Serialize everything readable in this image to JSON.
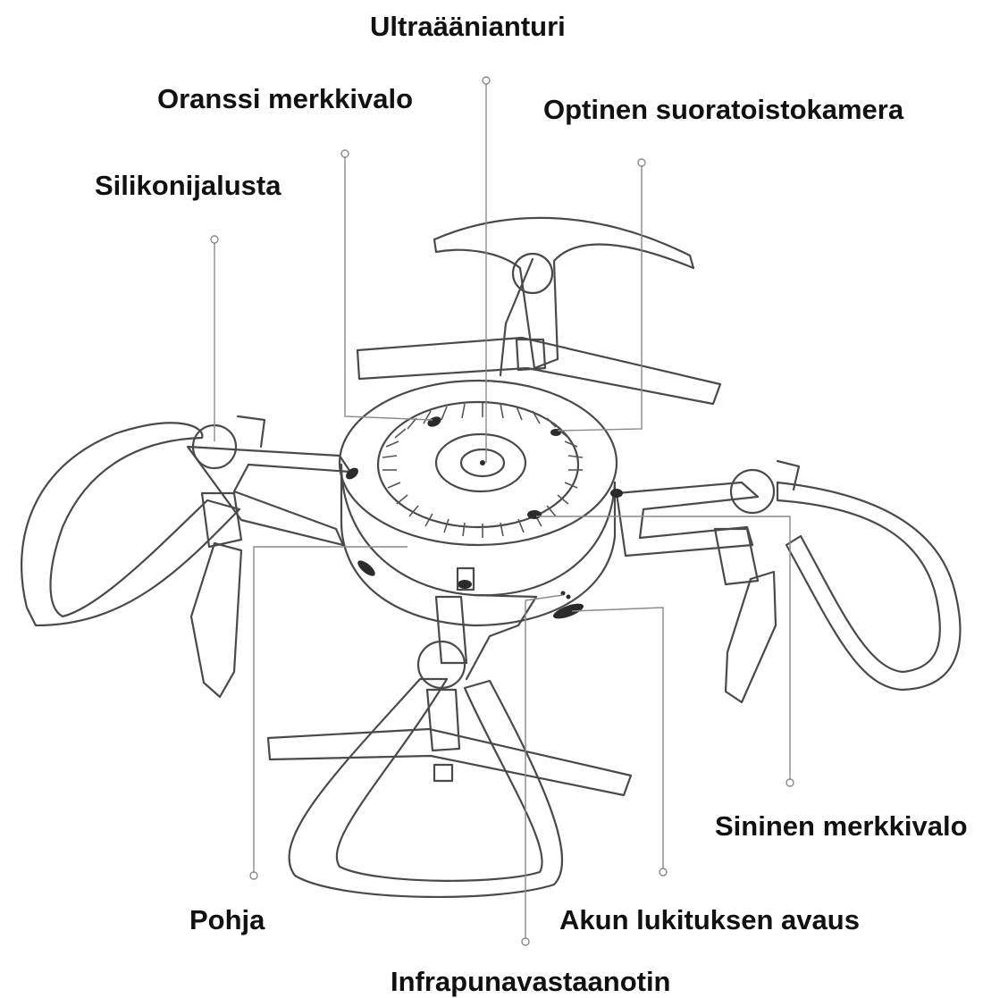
{
  "labels": {
    "ultrasonic": "Ultraäänianturi",
    "orange_led": "Oranssi merkkivalo",
    "optical_camera": "Optinen suoratoistokamera",
    "silicone_pad": "Silikonijalusta",
    "blue_led": "Sininen merkkivalo",
    "base": "Pohja",
    "battery_release": "Akun lukituksen avaus",
    "ir_receiver": "Infrapunavastaanotin"
  }
}
